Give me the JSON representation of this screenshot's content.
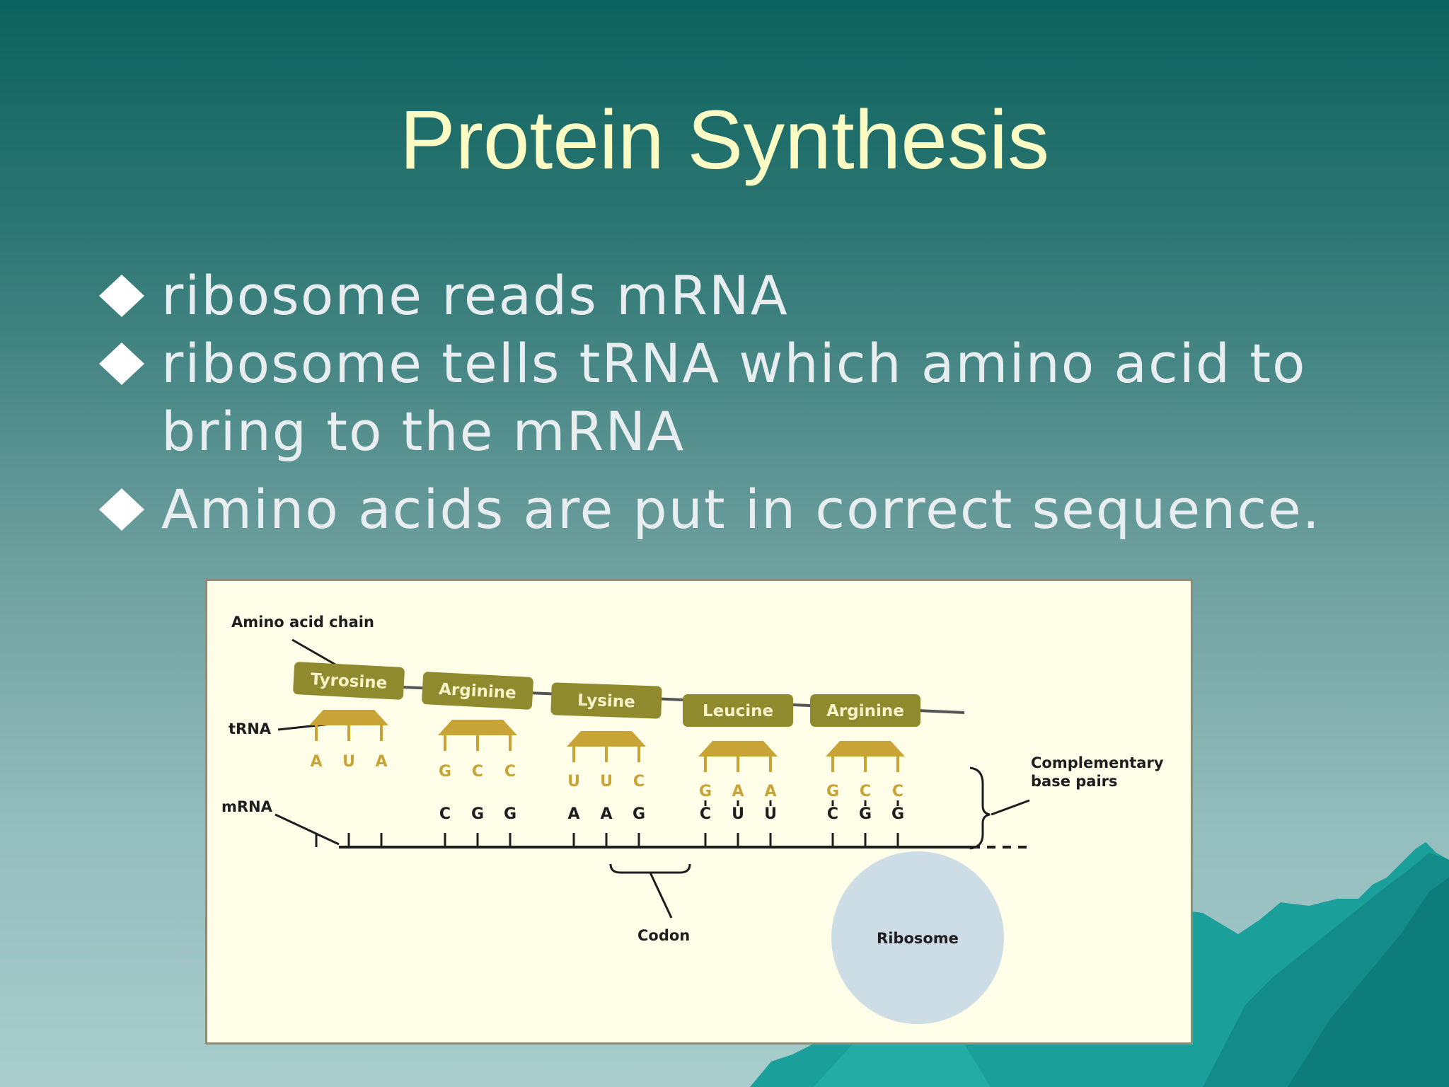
{
  "slide": {
    "title": "Protein Synthesis",
    "bullets": [
      {
        "line1": "ribosome reads mRNA"
      },
      {
        "line1": "ribosome tells tRNA which amino acid to",
        "line2": "bring to the mRNA"
      },
      {
        "line1": "Amino acids are put in correct sequence."
      }
    ],
    "bullet_icon": "diamond-bullet-icon"
  },
  "diagram": {
    "labels": {
      "amino_acid_chain": "Amino acid chain",
      "trna": "tRNA",
      "mrna": "mRNA",
      "codon": "Codon",
      "ribosome": "Ribosome",
      "complementary_line1": "Complementary",
      "complementary_line2": "base pairs"
    },
    "amino_acids": [
      "Tyrosine",
      "Arginine",
      "Lysine",
      "Leucine",
      "Arginine"
    ],
    "trna_anticodons": [
      [
        "A",
        "U",
        "A"
      ],
      [
        "G",
        "C",
        "C"
      ],
      [
        "U",
        "U",
        "C"
      ],
      [
        "G",
        "A",
        "A"
      ],
      [
        "G",
        "C",
        "C"
      ]
    ],
    "mrna_codons": [
      [
        "C",
        "G",
        "G"
      ],
      [
        "A",
        "A",
        "G"
      ],
      [
        "C",
        "U",
        "U"
      ],
      [
        "C",
        "G",
        "G"
      ]
    ],
    "colors": {
      "amino_box": "#8f8a2d",
      "trna": "#c8a336",
      "ribosome": "#cddde6",
      "figure_bg": "#fffee8",
      "title": "#fbfcc4",
      "bullet_text": "#e8eef0",
      "mountain": "#1a9f9b"
    }
  }
}
